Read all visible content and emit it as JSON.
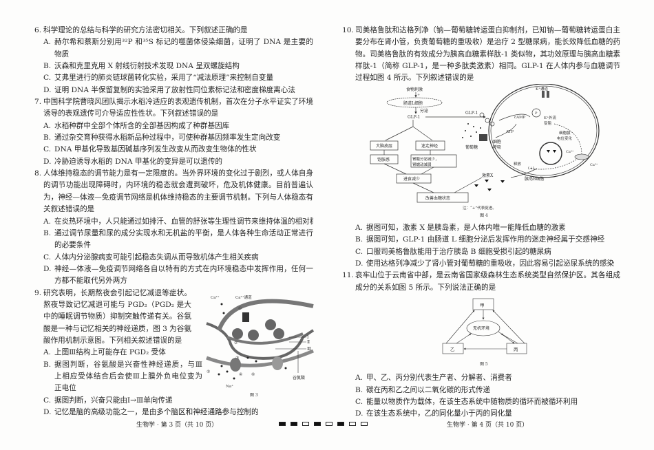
{
  "left": {
    "questions": [
      {
        "num": "6.",
        "stem": [
          "科学理论的总结与科学的研究方法密切相关。下列叙述正确的是"
        ],
        "options": [
          {
            "label": "A.",
            "lines": [
              "赫尔希和蔡斯分别用³²P 和³⁵S 标记的噬菌体侵染细菌，证明了 DNA 是主要的遗传",
              "物质"
            ]
          },
          {
            "label": "B.",
            "lines": [
              "沃森和克里克用 X 射线衍射技术发现 DNA 呈双螺旋结构"
            ]
          },
          {
            "label": "C.",
            "lines": [
              "艾弗里进行的肺炎链球菌转化实验，采用了“减法原理”来控制自变量"
            ]
          },
          {
            "label": "D.",
            "lines": [
              "证明 DNA 半保留复制的实验采用了放射性同位素标记法和密度梯度离心法"
            ]
          }
        ]
      },
      {
        "num": "7.",
        "stem": [
          "中国科学院曹晓风团队揭示水稻冷适应的表观遗传机制，首次在分子水平证实了环境",
          "诱导的表观遗传可介导适应性性状。下列叙述错误的是"
        ],
        "options": [
          {
            "label": "A.",
            "lines": [
              "水稻种群中全部个体所含的全部基因构成了种群基因库"
            ]
          },
          {
            "label": "B.",
            "lines": [
              "通过杂交育种获得水稻新品种过程中，可使种群基因频率发生定向改变"
            ]
          },
          {
            "label": "C.",
            "lines": [
              "DNA 甲基化导致基因碱基序列发生改变从而改变生物体的性状"
            ]
          },
          {
            "label": "D.",
            "lines": [
              "冷胁迫诱导水稻的 DNA 甲基化的变异是可以遗传的"
            ]
          }
        ]
      },
      {
        "num": "8.",
        "stem": [
          "人体维持稳态的调节能力是有一定限度的。当外界环境的变化过于剧烈，或人体自身",
          "的调节功能出现障碍时，内环境的稳态就会遭到破坏，危及机体健康。目前普遍认",
          "为，神经—体液—免疫调节网络是机体维持稳态的主要调节机制。下列与人体稳态有",
          "关叙述错误的是"
        ],
        "options": [
          {
            "label": "A.",
            "lines": [
              "在炎热环境中，人只能通过如排汗、血管的舒张等生理性调节来维持体温的相对稳定"
            ]
          },
          {
            "label": "B.",
            "lines": [
              "通过调节尿量和尿的成分实现水和无机盐的平衡，是人体各种生命活动正常进行",
              "的必要条件"
            ]
          },
          {
            "label": "C.",
            "lines": [
              "人体内分泌腺病变可能引起稳态失调从而导致机体产生相关疾病"
            ]
          },
          {
            "label": "D.",
            "lines": [
              "神经—体液—免疫调节网络各自以特有的方式在内环境稳态中发挥作用，任何一",
              "方都不能取代另外两方"
            ]
          }
        ]
      },
      {
        "num": "9.",
        "narrow": true,
        "stem": [
          "研究表明，长期熬夜会引起记忆减退等症状。",
          "熬夜导致记忆减退可能与 PGD₂（PGD₂ 是大脑",
          "中的睡眠调节物质）抑制突触传递有关。谷氨",
          "酸是一种与记忆相关的神经递质，图 3 为谷氨",
          "酸作用机制示意图。下列相关叙述错误的是"
        ],
        "options": [
          {
            "label": "A.",
            "lines": [
              "上图Ⅲ结构上可能存在 PGD₂ 受体"
            ]
          },
          {
            "label": "B.",
            "narrow": true,
            "lines": [
              "据图判断，谷氨酸是兴奋性神经递质，与Ⅲ",
              "上相应受体结合后会使Ⅲ上膜外负电位变为",
              "正电位"
            ]
          },
          {
            "label": "C.",
            "lines": [
              "据图判断，兴奋只能由Ⅰ→Ⅲ单向传递"
            ]
          },
          {
            "label": "D.",
            "lines": [
              "记忆是脑的高级功能之一，是由多个脑区和神经通路参与控制的"
            ]
          }
        ]
      }
    ],
    "footer": "生物学 · 第 3 页（共 10 页）"
  },
  "right": {
    "q10": {
      "num": "10.",
      "stem": [
        "司美格鲁肽和达格列净（钠—葡萄糖转运蛋白抑制剂，已知钠—葡萄糖转运蛋白主",
        "要分布在肾小管，负责葡萄糖的重吸收）是治疗 2 型糖尿病，能长效降低血糖的药",
        "物。司美格鲁肽的有效成分为胰高血糖素样肽-1 类似物，其功效原理与胰高血糖素",
        "样肽-1（简称 GLP-1，是一种多肽类激素）相同。GLP-1 在人体内参与血糖调节的",
        "过程如图 4 所示。下列叙述错误的是"
      ],
      "options": [
        {
          "label": "A.",
          "lines": [
            "据图可知，激素 X 是胰岛素，是人体内唯一能降低血糖的激素"
          ]
        },
        {
          "label": "B.",
          "lines": [
            "据图可知，GLP-1 由肠道 L 细胞分泌后发挥作用的迷走神经属于交感神经"
          ]
        },
        {
          "label": "C.",
          "lines": [
            "口服司美格鲁肽能用于治疗胰岛 B 细胞受损引起的糖尿病"
          ]
        },
        {
          "label": "D.",
          "lines": [
            "使用达格列净减少了肾小管对葡萄糖的重吸收，因此容易引起泌尿系统的感染"
          ]
        }
      ]
    },
    "q11": {
      "num": "11.",
      "stem": [
        "哀牢山位于云南省中部，是云南省国家级森林生态系统类型自然保护区。其各组成",
        "成分的关系如图 5 所示。下列说法正确的是"
      ],
      "options": [
        {
          "label": "A.",
          "lines": [
            "甲、乙、丙分别代表生产者、分解者、消费者"
          ]
        },
        {
          "label": "B.",
          "lines": [
            "碳在丙和乙之间以二氧化碳的形式传递"
          ]
        },
        {
          "label": "C.",
          "lines": [
            "能量以物质作为载体，在该生态系统中随物质的循环而被循环利用"
          ]
        },
        {
          "label": "D.",
          "lines": [
            "在该生态系统中，乙的同化量小于丙的同化量"
          ]
        }
      ]
    },
    "footer": "生物学 · 第 4 页（共 10 页）"
  },
  "fig3": {
    "ca": "Ca²⁺",
    "channel": "Ca²⁺通道",
    "c1": "①",
    "c2": "②",
    "c3": "③",
    "c4": "④",
    "c5": "⑤",
    "c6": "⑥",
    "i": "Ⅰ",
    "ii": "Ⅱ",
    "iii": "Ⅲ",
    "glu": "谷氨酸",
    "na": "Na⁺",
    "caption": "图 3"
  },
  "fig4": {
    "food": "食物刺激",
    "plus": "+",
    "lcell": "肠道L细胞",
    "secrete": "分泌",
    "glp1": "GLP-1",
    "glp1b": "GLP-1",
    "cortex": "大脑皮层",
    "vagus": "迷走神经",
    "full": "饱胀感",
    "acid1": "胃酸分泌减少，",
    "acid2": "胃蠕动减弱",
    "eat": "进食减少",
    "improve": "改善血糖状态",
    "glucose": "葡萄糖",
    "resp1": "细胞",
    "resp2": "呼吸",
    "atp": "ATP",
    "camp": "cAMP",
    "p": "P",
    "kch": "K⁺通道",
    "kout1": "K⁺外流",
    "kout2": "受阻",
    "mem1": "细胞膜",
    "mem2": "电位变化",
    "ca_in": "Ca²⁺",
    "ca_out": "Ca²⁺",
    "release": "释放",
    "plus2": "(+)",
    "hormone": "激素X",
    "bcell": "胰岛B细胞",
    "note": "注：“+”代表促进。",
    "caption": "图 4"
  },
  "fig5": {
    "jia": "甲",
    "env": "无机环境",
    "yi": "乙",
    "bing": "丙",
    "caption": "图 5"
  },
  "page_marks": [
    "filled",
    "filled",
    "empty",
    "filled",
    "empty",
    "filled",
    "empty",
    "empty"
  ]
}
